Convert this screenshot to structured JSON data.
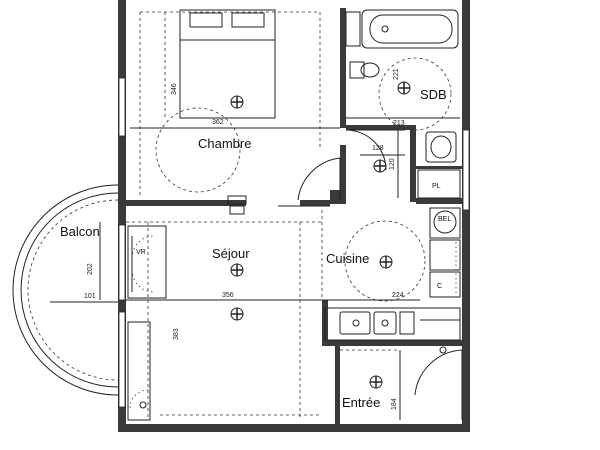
{
  "rooms": {
    "chambre": "Chambre",
    "sdb": "SDB",
    "sejour": "Séjour",
    "cuisine": "Cuisine",
    "entree": "Entrée",
    "balcon": "Balcon"
  },
  "fixtures": {
    "placard": "PL",
    "ballon": "BEL",
    "vr": "VR",
    "c": "C"
  },
  "dimensions": {
    "chambre_width": "362",
    "chambre_height": "346",
    "sdb_width": "213",
    "sdb_height": "221",
    "wc_width": "128",
    "wc_height": "120",
    "sejour_width": "356",
    "sejour_height": "383",
    "balcon_height": "202",
    "balcon_depth": "101",
    "cuisine_width": "224",
    "entree_height": "184"
  }
}
